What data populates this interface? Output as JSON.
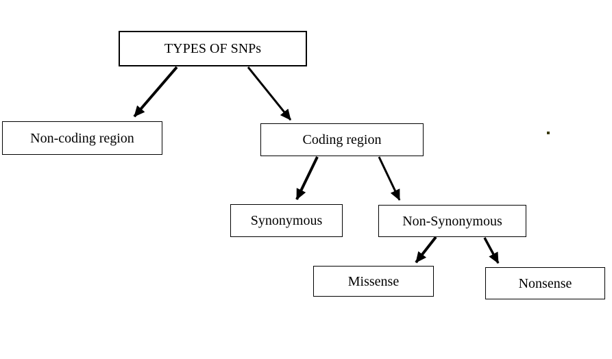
{
  "diagram": {
    "type": "tree-flowchart",
    "root_label": "TYPES OF SNPs",
    "nodes": {
      "types_of_snps": {
        "label": "TYPES OF SNPs"
      },
      "non_coding": {
        "label": "Non-coding region"
      },
      "coding": {
        "label": "Coding region"
      },
      "synonymous": {
        "label": "Synonymous"
      },
      "non_synonymous": {
        "label": "Non-Synonymous"
      },
      "missense": {
        "label": "Missense"
      },
      "nonsense": {
        "label": "Nonsense"
      }
    },
    "edges": [
      {
        "from": "TYPES OF SNPs",
        "to": "Non-coding region"
      },
      {
        "from": "TYPES OF SNPs",
        "to": "Coding region"
      },
      {
        "from": "Coding region",
        "to": "Synonymous"
      },
      {
        "from": "Coding region",
        "to": "Non-Synonymous"
      },
      {
        "from": "Non-Synonymous",
        "to": "Missense"
      },
      {
        "from": "Non-Synonymous",
        "to": "Nonsense"
      }
    ],
    "colors": {
      "background": "#ffffff",
      "box_border": "#000000",
      "box_fill": "#ffffff",
      "text": "#000000",
      "arrow": "#000000",
      "artifact_dot": "#3a3a10"
    }
  }
}
